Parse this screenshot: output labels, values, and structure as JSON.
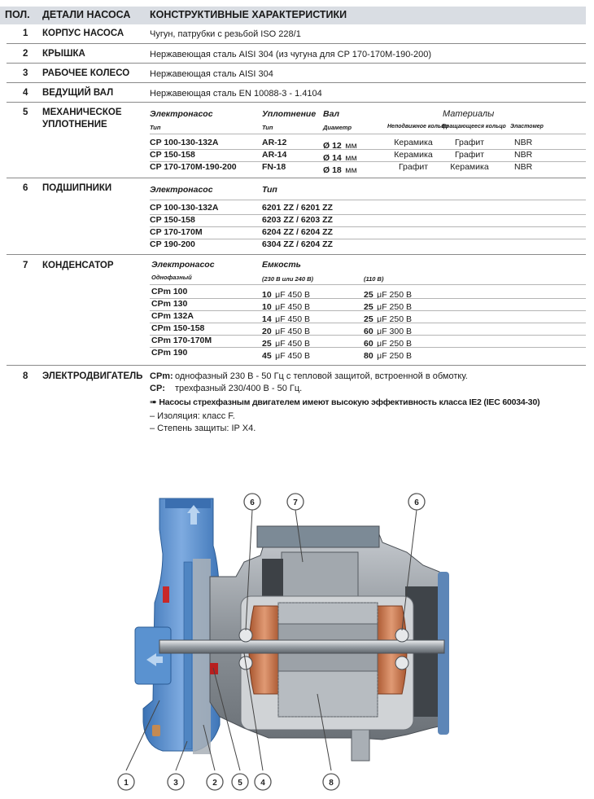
{
  "header": {
    "col1": "ПОЛ.",
    "col2": "ДЕТАЛИ НАСОСА",
    "col3": "КОНСТРУКТИВНЫЕ ХАРАКТЕРИСТИКИ"
  },
  "rows": {
    "r1": {
      "num": "1",
      "part": "КОРПУС НАСОСА",
      "value": "Чугун, патрубки с резьбой ISO 228/1"
    },
    "r2": {
      "num": "2",
      "part": "КРЫШКА",
      "value": "Нержавеющая сталь AISI 304 (из чугуна для CP 170-170M-190-200)"
    },
    "r3": {
      "num": "3",
      "part": "РАБОЧЕЕ КОЛЕСО",
      "value": "Нержавеющая сталь AISI 304"
    },
    "r4": {
      "num": "4",
      "part": "ВЕДУЩИЙ ВАЛ",
      "value": "Нержавеющая сталь EN 10088-3 - 1.4104"
    }
  },
  "seal": {
    "num": "5",
    "part_line1": "МЕХАНИЧЕСКОЕ",
    "part_line2": "УПЛОТНЕНИЕ",
    "h_pump": "Электронасос",
    "h_seal": "Уплотнение",
    "h_shaft": "Вал",
    "h_materials": "Материалы",
    "s_type1": "Тип",
    "s_type2": "Тип",
    "s_diam": "Диаметр",
    "s_fixed": "Неподвижное кольцо",
    "s_rot": "Вращающееся кольцо",
    "s_elast": "Эластомер",
    "rows": [
      {
        "pump": "CP 100-130-132A",
        "seal": "AR-12",
        "shaft_b": "Ø 12",
        "shaft_u": "мм",
        "fixed": "Керамика",
        "rot": "Графит",
        "el": "NBR"
      },
      {
        "pump": "CP 150-158",
        "seal": "AR-14",
        "shaft_b": "Ø 14",
        "shaft_u": "мм",
        "fixed": "Керамика",
        "rot": "Графит",
        "el": "NBR"
      },
      {
        "pump": "CP 170-170M-190-200",
        "seal": "FN-18",
        "shaft_b": "Ø 18",
        "shaft_u": "мм",
        "fixed": "Графит",
        "rot": "Керамика",
        "el": "NBR"
      }
    ]
  },
  "bearings": {
    "num": "6",
    "part": "ПОДШИПНИКИ",
    "h_pump": "Электронасос",
    "h_type": "Тип",
    "rows": [
      {
        "pump": "CP 100-130-132A",
        "type": "6201 ZZ / 6201 ZZ"
      },
      {
        "pump": "CP 150-158",
        "type": "6203 ZZ / 6203 ZZ"
      },
      {
        "pump": "CP 170-170M",
        "type": "6204 ZZ / 6204 ZZ"
      },
      {
        "pump": "CP 190-200",
        "type": "6304 ZZ / 6204 ZZ"
      }
    ]
  },
  "capacitor": {
    "num": "7",
    "part": "КОНДЕНСАТОР",
    "h_pump": "Электронасос",
    "h_cap": "Емкость",
    "s_phase": "Однофазный",
    "s_230": "(230 В или 240 В)",
    "s_110": "(110 В)",
    "rows": [
      {
        "pump": "CPm 100",
        "a_n": "10",
        "a_r": "μF 450 В",
        "b_n": "25",
        "b_r": "μF 250 В"
      },
      {
        "pump": "CPm 130",
        "a_n": "10",
        "a_r": "μF 450 В",
        "b_n": "25",
        "b_r": "μF 250 В"
      },
      {
        "pump": "CPm 132A",
        "a_n": "14",
        "a_r": "μF 450 В",
        "b_n": "25",
        "b_r": "μF 250 В"
      },
      {
        "pump": "CPm 150-158",
        "a_n": "20",
        "a_r": "μF 450 В",
        "b_n": "60",
        "b_r": "μF 300 В"
      },
      {
        "pump": "CPm 170-170M",
        "a_n": "25",
        "a_r": "μF 450 В",
        "b_n": "60",
        "b_r": "μF 250 В"
      },
      {
        "pump": "CPm 190",
        "a_n": "45",
        "a_r": "μF 450 В",
        "b_n": "80",
        "b_r": "μF 250 В"
      }
    ]
  },
  "motor": {
    "num": "8",
    "part": "ЭЛЕКТРОДВИГАТЕЛЬ",
    "l1_key": "CPm:",
    "l1_val": "однофазный 230 В - 50 Гц с тепловой защитой, встроенной в обмотку.",
    "l2_key": "CP:",
    "l2_val": "трехфазный 230/400 В - 50 Гц.",
    "note": "➠ Насосы стрехфазным двигателем имеют высокую эффективность класса IE2 (IEC 60034-30)",
    "ins": "– Изоляция: класс F.",
    "prot": "– Степень защиты: IP X4."
  },
  "diagram": {
    "callouts": [
      "1",
      "2",
      "3",
      "4",
      "5",
      "6",
      "6",
      "7",
      "8"
    ],
    "colors": {
      "pump_blue": "#5b8fc9",
      "motor_gray": "#9aa0a6",
      "winding_copper": "#c8734a"
    }
  }
}
